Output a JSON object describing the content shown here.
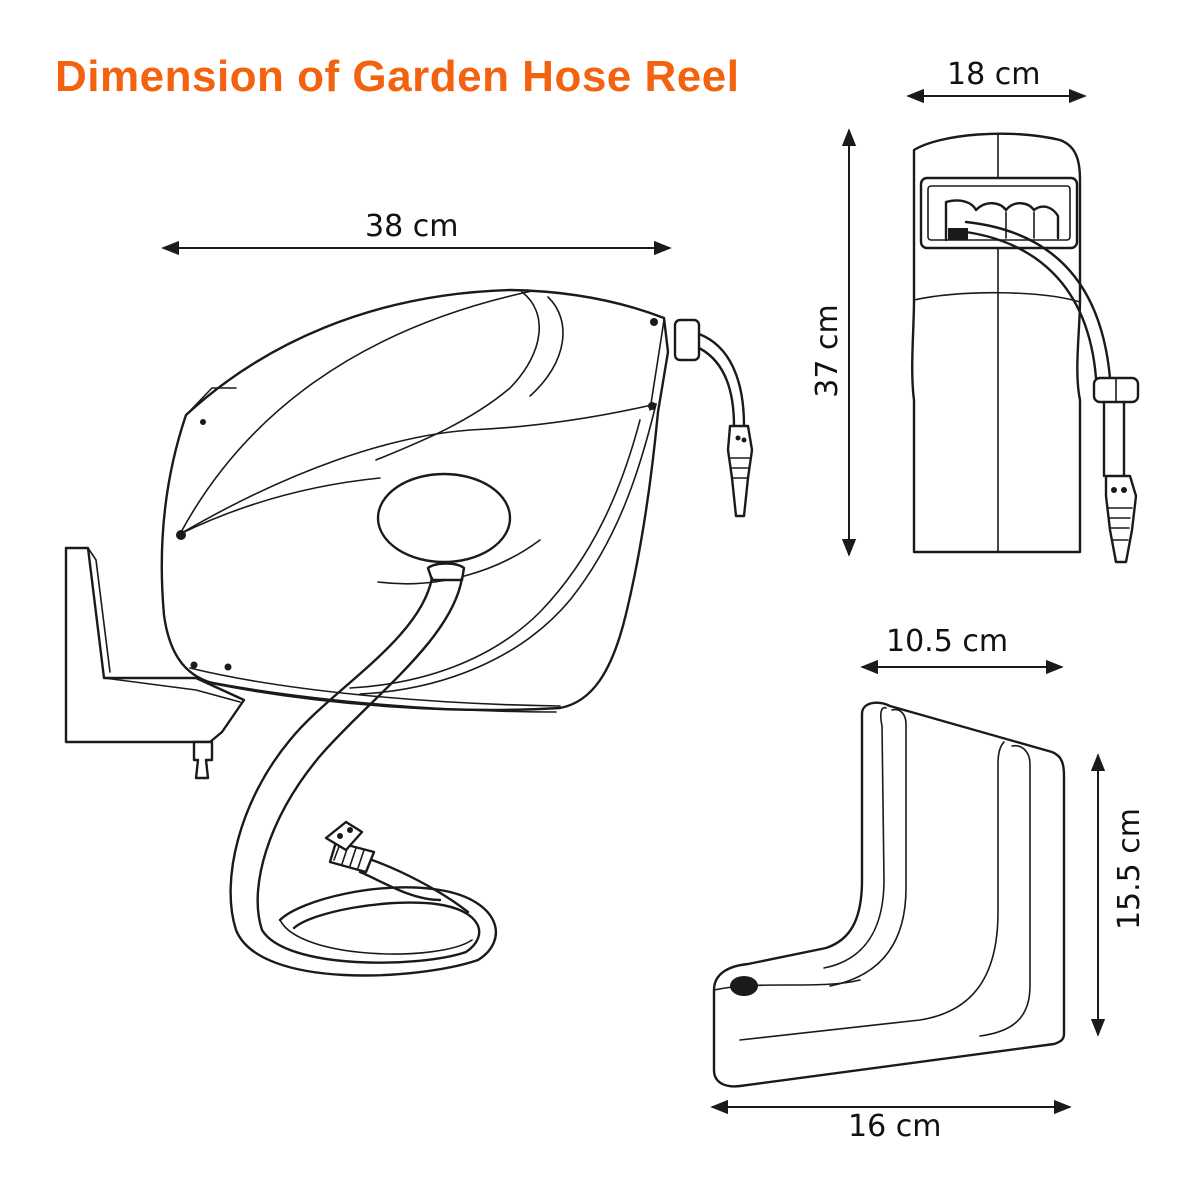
{
  "title": "Dimension of Garden Hose Reel",
  "colors": {
    "title": "#f2620f",
    "line": "#1a1a1a",
    "background": "#ffffff"
  },
  "dimensions": {
    "reel_width": "38 cm",
    "front_width": "18 cm",
    "front_height": "37 cm",
    "bracket_depth": "10.5 cm",
    "bracket_height": "15.5 cm",
    "bracket_width": "16 cm"
  }
}
